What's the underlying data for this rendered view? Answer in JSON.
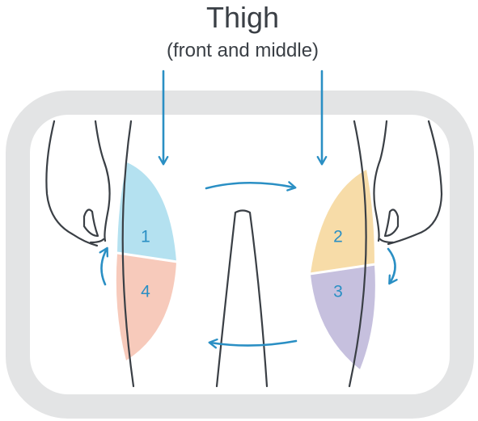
{
  "title": "Thigh",
  "subtitle": "(front and middle)",
  "zones": [
    {
      "number": "1",
      "color": "#b4e1f0"
    },
    {
      "number": "2",
      "color": "#f7dca8"
    },
    {
      "number": "3",
      "color": "#c6c0de"
    },
    {
      "number": "4",
      "color": "#f7cabb"
    }
  ],
  "colors": {
    "frame": "#e3e4e5",
    "arrow": "#2a8fc4",
    "outline": "#3a3f45"
  },
  "icons": [
    "down-arrow-icon",
    "rotation-arrow-icon"
  ]
}
